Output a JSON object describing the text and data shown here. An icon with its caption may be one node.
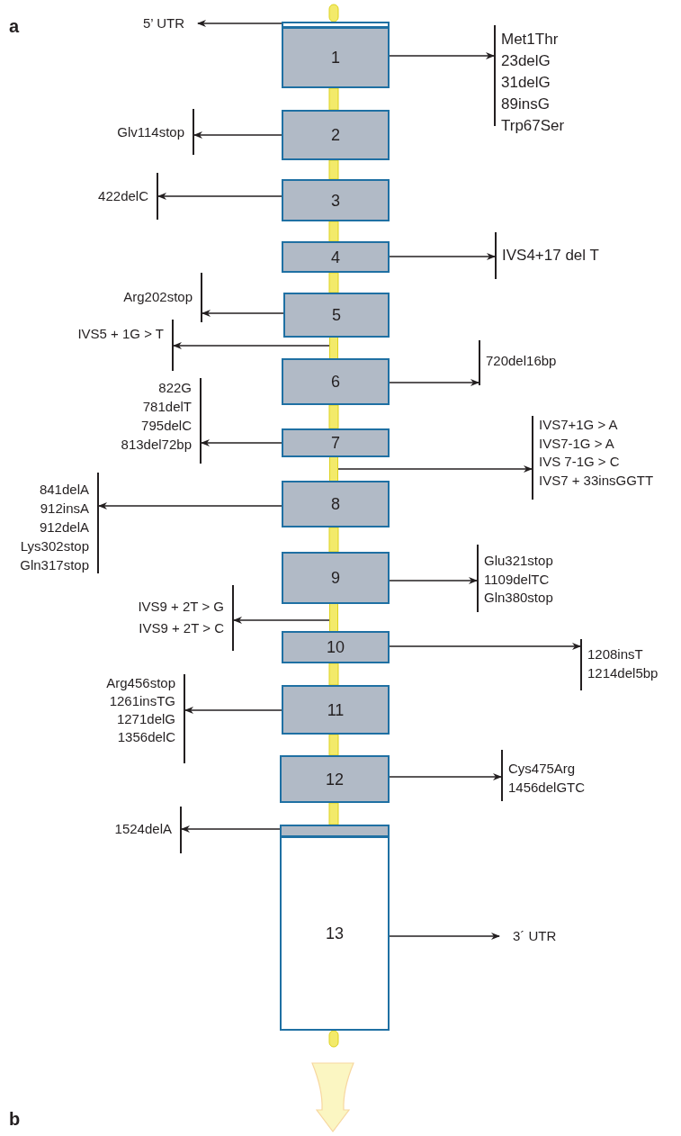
{
  "diagram": {
    "nodes": [
      {
        "text": [
          "5’ UTR"
        ]
      },
      {
        "text": [],
        "shape": "box"
      },
      {
        "text": [
          "1"
        ]
      },
      {
        "text": [
          "Met1Thr",
          "23delG",
          "31delG",
          "89insG",
          "Trp67Ser"
        ]
      },
      {
        "text": [
          "Glv114stop"
        ]
      },
      {
        "text": [
          "2"
        ]
      },
      {
        "text": [
          "422delC"
        ]
      },
      {
        "text": [
          "3"
        ]
      },
      {
        "text": [
          "4"
        ]
      },
      {
        "text": [
          "IVS4+17 del T"
        ]
      },
      {
        "text": [
          "Arg202stop"
        ]
      },
      {
        "text": [
          "5"
        ]
      },
      {
        "text": [
          "IVS5 + 1G > T"
        ]
      },
      {
        "text": [
          "720del16bp"
        ]
      },
      {
        "text": [
          "6"
        ]
      },
      {
        "text": [
          "822G",
          "781delT",
          "795delC",
          "813del72bp"
        ]
      },
      {
        "text": [
          "7"
        ]
      },
      {
        "text": [
          "IVS7+1G > A",
          "IVS7-1G > A",
          "IVS 7-1G > C",
          "IVS7 + 33insGGTT"
        ]
      },
      {
        "text": [
          "841delA",
          "912insA",
          "912delA",
          "Lys302stop",
          "Gln317stop"
        ]
      },
      {
        "text": [
          "8"
        ]
      },
      {
        "text": [
          "9"
        ]
      },
      {
        "text": [
          "Glu321stop",
          "1109delTC",
          "Gln380stop"
        ]
      },
      {
        "text": [
          "IVS9 + 2T > G",
          "IVS9 + 2T > C"
        ]
      },
      {
        "text": [
          "10"
        ]
      },
      {
        "text": [
          "1208insT",
          "1214del5bp"
        ]
      },
      {
        "text": [
          "Arg456stop",
          "1261insTG",
          "1271delG",
          "1356delC"
        ]
      },
      {
        "text": [
          "11"
        ]
      },
      {
        "text": [
          "12"
        ]
      },
      {
        "text": [
          "Cys475Arg",
          "1456delGTC"
        ]
      },
      {
        "text": [
          "1524delA"
        ]
      },
      {
        "text": [],
        "shape": "box"
      },
      {
        "text": [
          "13"
        ]
      },
      {
        "text": [
          "3´ UTR"
        ]
      },
      {
        "text": [],
        "shape": "bar"
      },
      {
        "text": [],
        "shape": "bar"
      },
      {
        "text": [],
        "shape": "bar"
      }
    ],
    "edges": [
      {
        "from": 1,
        "to": 0,
        "arrow": "to"
      },
      {
        "from": 2,
        "to": 3,
        "arrow": "to"
      },
      {
        "from": 5,
        "to": 4,
        "arrow": "to"
      },
      {
        "from": 7,
        "to": 6,
        "arrow": "to"
      },
      {
        "from": 8,
        "to": 9,
        "arrow": "to"
      },
      {
        "from": 11,
        "to": 10,
        "arrow": "to"
      },
      {
        "from": 33,
        "to": 12,
        "arrow": "to"
      },
      {
        "from": 14,
        "to": 13,
        "arrow": "to"
      },
      {
        "from": 16,
        "to": 15,
        "arrow": "to"
      },
      {
        "from": 34,
        "to": 17,
        "arrow": "to"
      },
      {
        "from": 19,
        "to": 18,
        "arrow": "to"
      },
      {
        "from": 20,
        "to": 21,
        "arrow": "to"
      },
      {
        "from": 35,
        "to": 22,
        "arrow": "to"
      },
      {
        "from": 23,
        "to": 24,
        "arrow": "to"
      },
      {
        "from": 26,
        "to": 25,
        "arrow": "to"
      },
      {
        "from": 27,
        "to": 28,
        "arrow": "to"
      },
      {
        "from": 30,
        "to": 29,
        "arrow": "to"
      },
      {
        "from": 31,
        "to": 32,
        "arrow": "to"
      }
    ],
    "labels": [
      "a",
      "b"
    ]
  }
}
